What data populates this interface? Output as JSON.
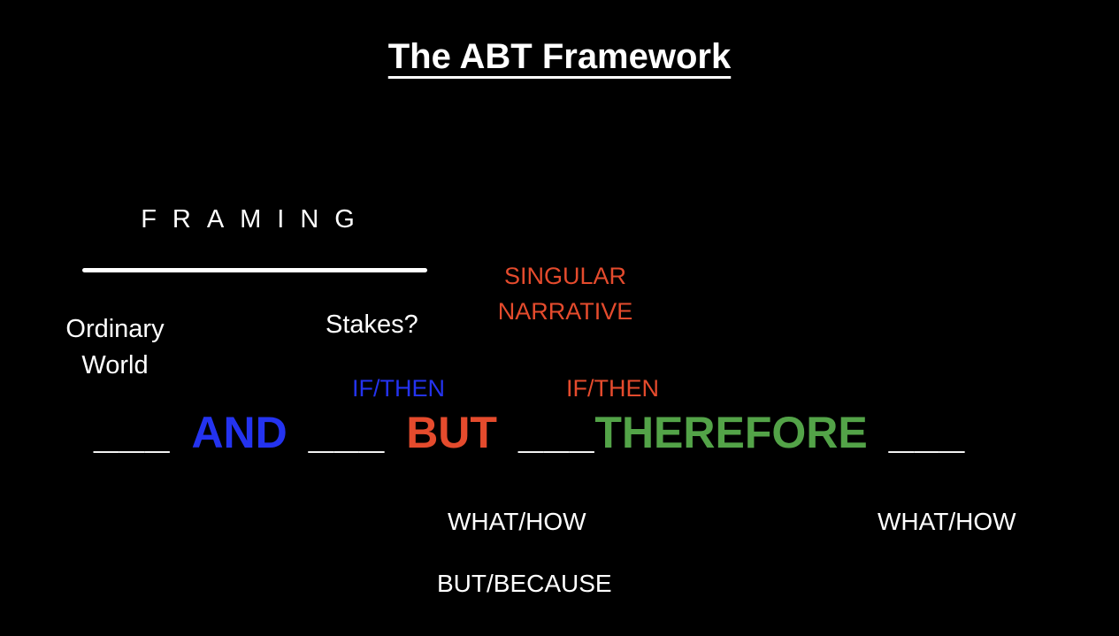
{
  "slide": {
    "title": "The ABT Framework",
    "framing_label": "FRAMING",
    "singular_narrative": {
      "line1": "SINGULAR",
      "line2": "NARRATIVE"
    },
    "ordinary_world": {
      "line1": "Ordinary",
      "line2": "World"
    },
    "stakes_label": "Stakes?",
    "if_then_blue": "IF/THEN",
    "if_then_red": "IF/THEN",
    "abt": {
      "blank": "___",
      "and_label": "AND",
      "but_label": "BUT",
      "therefore_label": "THEREFORE"
    },
    "what_how_left": "WHAT/HOW",
    "what_how_right": "WHAT/HOW",
    "but_because": "BUT/BECAUSE"
  },
  "colors": {
    "background": "#000000",
    "text": "#ffffff",
    "blue": "#2433f0",
    "red_orange": "#e54b2d",
    "green": "#53a348"
  }
}
